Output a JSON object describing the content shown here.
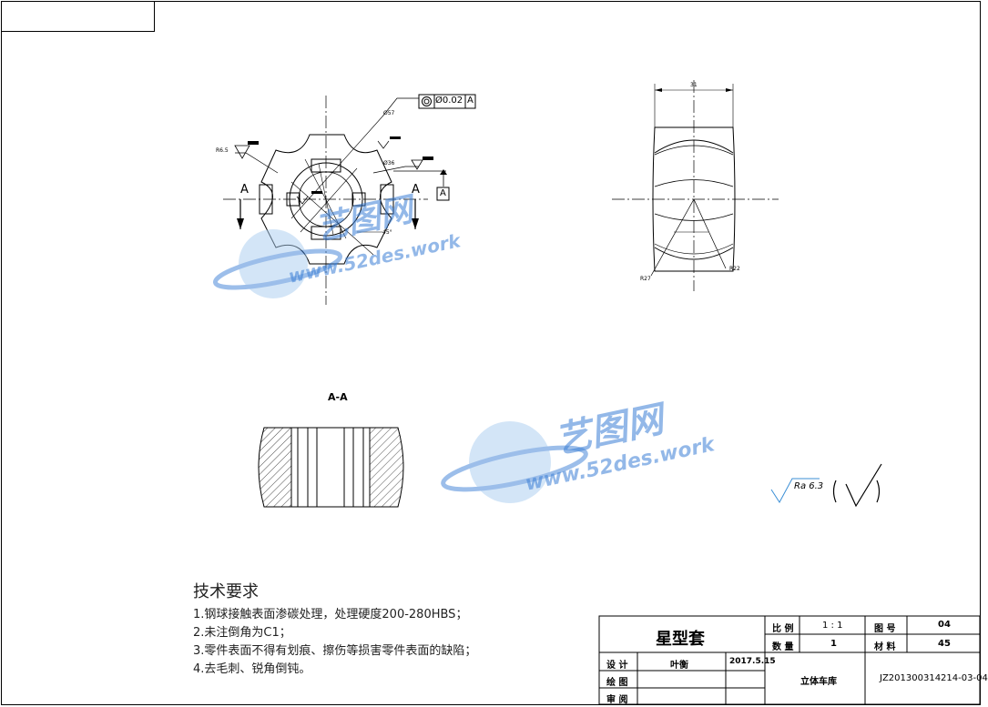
{
  "drawing": {
    "section_label": "A-A",
    "cut_label_left": "A",
    "cut_label_right": "A",
    "fcf_tolerance": "Ø0.02",
    "fcf_datum": "A",
    "datum_box": "A",
    "dims": {
      "r65": "R6.5",
      "phi_top": "Ø57",
      "phi_side": "Ø36",
      "x45": "45°",
      "width_31": "31",
      "r27": "R27",
      "r22": "R22"
    },
    "roughness": "Ra 6.3"
  },
  "notes": {
    "title": "技术要求",
    "items": [
      "1.钢球接触表面渗碳处理，处理硬度200-280HBS；",
      "2.未注倒角为C1；",
      "3.零件表面不得有划痕、擦伤等损害零件表面的缺陷；",
      "4.去毛刺、锐角倒钝。"
    ]
  },
  "title_block": {
    "part_name": "星型套",
    "scale_label": "比 例",
    "scale_value": "1 : 1",
    "qty_label": "数 量",
    "qty_value": "1",
    "drawing_no_label": "图 号",
    "drawing_no_value": "04",
    "material_label": "材 料",
    "material_value": "45",
    "design_label": "设 计",
    "designer": "叶衡",
    "date": "2017.5.15",
    "drafter_label": "绘 图",
    "checker_label": "审 阅",
    "assembly_name": "立体车库",
    "doc_code": "JZ201300314214-03-04"
  },
  "watermark": {
    "brand": "艺图网",
    "url": "www.52des.work"
  }
}
